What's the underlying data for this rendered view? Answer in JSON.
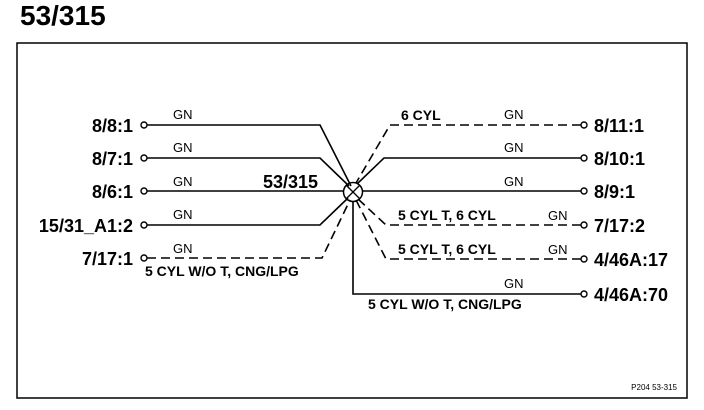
{
  "title": "53/315",
  "connector": {
    "label": "53/315"
  },
  "left_terminals": [
    {
      "id": "8/8:1",
      "wire_color": "GN",
      "note": ""
    },
    {
      "id": "8/7:1",
      "wire_color": "GN",
      "note": ""
    },
    {
      "id": "8/6:1",
      "wire_color": "GN",
      "note": ""
    },
    {
      "id": "15/31_A1:2",
      "wire_color": "GN",
      "note": ""
    },
    {
      "id": "7/17:1",
      "wire_color": "GN",
      "note": "5 CYL W/O T, CNG/LPG"
    }
  ],
  "right_terminals": [
    {
      "id": "8/11:1",
      "wire_color": "GN",
      "note": "6 CYL"
    },
    {
      "id": "8/10:1",
      "wire_color": "GN",
      "note": ""
    },
    {
      "id": "8/9:1",
      "wire_color": "GN",
      "note": ""
    },
    {
      "id": "7/17:2",
      "wire_color": "GN",
      "note": "5 CYL T, 6 CYL"
    },
    {
      "id": "4/46A:17",
      "wire_color": "GN",
      "note": "5 CYL T, 6 CYL"
    },
    {
      "id": "4/46A:70",
      "wire_color": "GN",
      "note": "5 CYL W/O T, CNG/LPG"
    }
  ],
  "figure_ref": "P204 53-315",
  "colors": {
    "line": "#000000",
    "background": "#ffffff"
  }
}
